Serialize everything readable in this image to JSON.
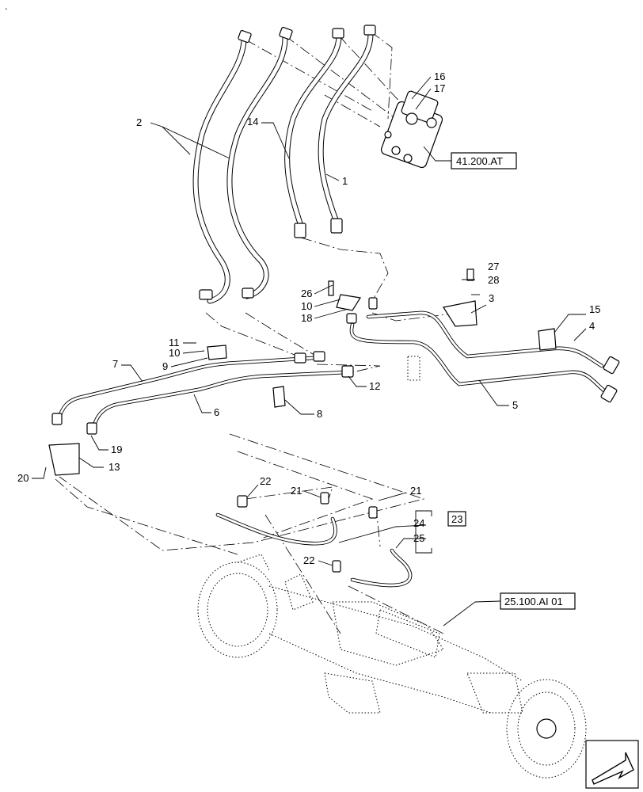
{
  "callouts": {
    "c1": "1",
    "c2": "2",
    "c3": "3",
    "c4": "4",
    "c5": "5",
    "c6": "6",
    "c7": "7",
    "c8": "8",
    "c9": "9",
    "c10a": "10",
    "c10b": "10",
    "c11": "11",
    "c12": "12",
    "c13": "13",
    "c14": "14",
    "c15": "15",
    "c16": "16",
    "c17": "17",
    "c18": "18",
    "c19": "19",
    "c20": "20",
    "c21a": "21",
    "c21b": "21",
    "c22a": "22",
    "c22b": "22",
    "c23": "23",
    "c24": "24",
    "c25": "25",
    "c26": "26",
    "c27": "27",
    "c28": "28"
  },
  "references": {
    "steering_unit": "41.200.AT",
    "axle": "25.100.AI 01"
  },
  "corner_mark": "."
}
